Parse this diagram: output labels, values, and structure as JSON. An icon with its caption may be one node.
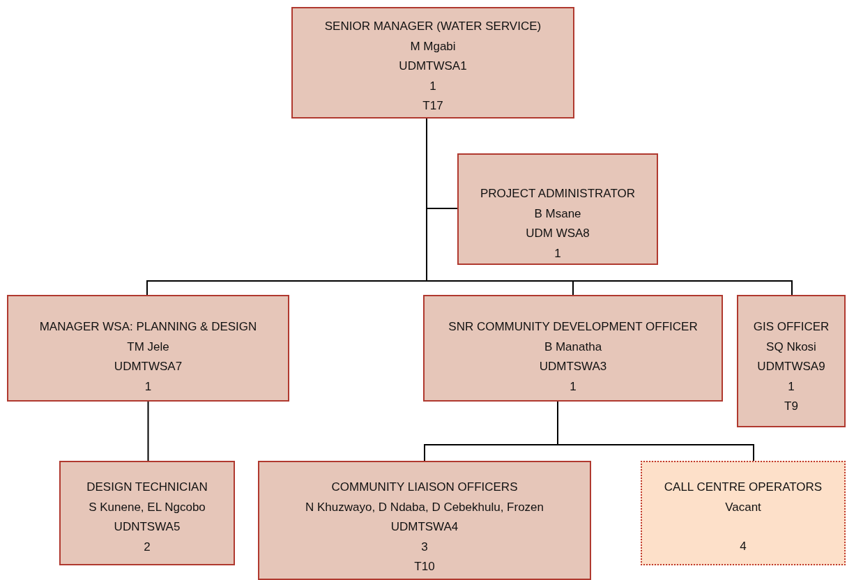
{
  "diagram": {
    "nodes": [
      {
        "text": [
          "SENIOR MANAGER (WATER SERVICE)",
          "M Mgabi",
          "UDMTWSA1",
          "1",
          "T17"
        ]
      },
      {
        "text": [
          "PROJECT ADMINISTRATOR",
          "B Msane",
          "UDM WSA8",
          "1"
        ]
      },
      {
        "text": [
          "MANAGER WSA: PLANNING & DESIGN",
          "TM Jele",
          "UDMTWSA7",
          "1"
        ]
      },
      {
        "text": [
          "SNR COMMUNITY DEVELOPMENT OFFICER",
          "B Manatha",
          "UDMTSWA3",
          "1"
        ]
      },
      {
        "text": [
          "GIS OFFICER",
          "SQ Nkosi",
          "UDMTWSA9",
          "1",
          "T9"
        ]
      },
      {
        "text": [
          "DESIGN TECHNICIAN",
          "S Kunene, EL Ngcobo",
          "UDNTSWA5",
          "2"
        ]
      },
      {
        "text": [
          "COMMUNITY LIAISON OFFICERS",
          "N Khuzwayo, D Ndaba, D Cebekhulu, Frozen",
          "UDMTSWA4",
          "3",
          "T10"
        ]
      },
      {
        "text": [
          "CALL CENTRE OPERATORS",
          "Vacant",
          "4"
        ]
      }
    ],
    "edges": [
      {
        "from": 0,
        "to": 1,
        "arrow": "none"
      },
      {
        "from": 0,
        "to": 2,
        "arrow": "none"
      },
      {
        "from": 0,
        "to": 3,
        "arrow": "none"
      },
      {
        "from": 0,
        "to": 4,
        "arrow": "none"
      },
      {
        "from": 2,
        "to": 5,
        "arrow": "none"
      },
      {
        "from": 3,
        "to": 6,
        "arrow": "none"
      },
      {
        "from": 3,
        "to": 7,
        "arrow": "none"
      }
    ]
  }
}
